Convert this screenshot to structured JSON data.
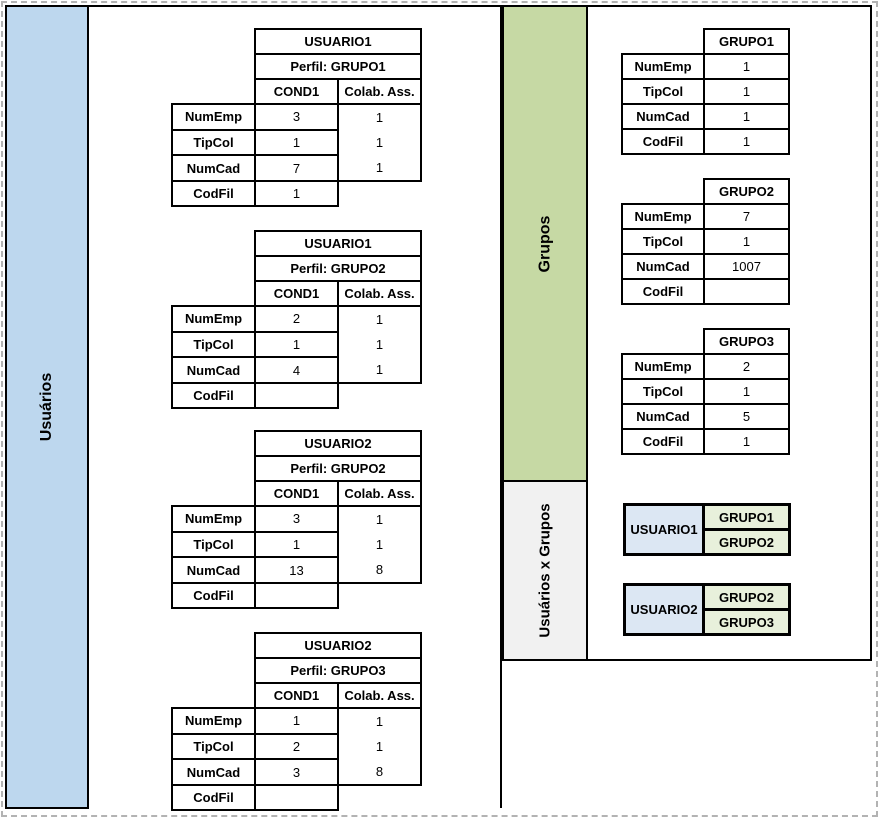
{
  "strips": {
    "usuarios": "Usuários",
    "grupos": "Grupos",
    "usuarios_x_grupos": "Usuários x Grupos"
  },
  "colors": {
    "usuarios_strip": "#bdd7ee",
    "grupos_strip": "#c6d9a4",
    "uxg_strip": "#f1f1f1",
    "mapping_user_cell": "#dce7f3",
    "mapping_group_cell": "#e8f0db",
    "border": "#000000"
  },
  "field_labels": [
    "NumEmp",
    "TipCol",
    "NumCad",
    "CodFil"
  ],
  "user_tables": [
    {
      "title": "USUARIO1",
      "perfil": "Perfil: GRUPO1",
      "col1": "COND1",
      "col2": "Colab. Ass.",
      "cond_values": [
        "3",
        "1",
        "7",
        "1"
      ],
      "colab_values": [
        "1",
        "1",
        "1"
      ]
    },
    {
      "title": "USUARIO1",
      "perfil": "Perfil: GRUPO2",
      "col1": "COND1",
      "col2": "Colab. Ass.",
      "cond_values": [
        "2",
        "1",
        "4",
        ""
      ],
      "colab_values": [
        "1",
        "1",
        "1"
      ]
    },
    {
      "title": "USUARIO2",
      "perfil": "Perfil: GRUPO2",
      "col1": "COND1",
      "col2": "Colab. Ass.",
      "cond_values": [
        "3",
        "1",
        "13",
        ""
      ],
      "colab_values": [
        "1",
        "1",
        "8"
      ]
    },
    {
      "title": "USUARIO2",
      "perfil": "Perfil: GRUPO3",
      "col1": "COND1",
      "col2": "Colab. Ass.",
      "cond_values": [
        "1",
        "2",
        "3",
        ""
      ],
      "colab_values": [
        "1",
        "1",
        "8"
      ]
    }
  ],
  "group_tables": [
    {
      "title": "GRUPO1",
      "values": [
        "1",
        "1",
        "1",
        "1"
      ]
    },
    {
      "title": "GRUPO2",
      "values": [
        "7",
        "1",
        "1007",
        ""
      ]
    },
    {
      "title": "GRUPO3",
      "values": [
        "2",
        "1",
        "5",
        "1"
      ]
    }
  ],
  "mappings": [
    {
      "user": "USUARIO1",
      "groups": [
        "GRUPO1",
        "GRUPO2"
      ]
    },
    {
      "user": "USUARIO2",
      "groups": [
        "GRUPO2",
        "GRUPO3"
      ]
    }
  ]
}
